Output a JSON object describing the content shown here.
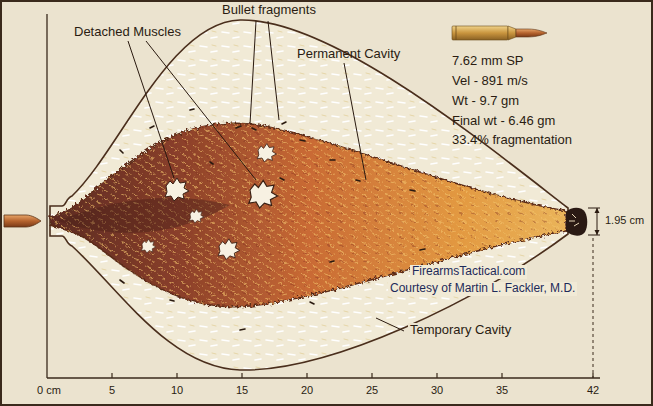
{
  "diagram": {
    "labels": [
      "Bullet fragments",
      "Detached Muscles",
      "Permanent Cavity",
      "7.62 mm SP",
      "Vel - 891 m/s",
      "Wt - 9.7 gm",
      "Final wt - 6.46 gm",
      "33.4% fragmentation",
      "1.95 cm",
      "FirearmsTactical.com",
      "Courtesy of Martin L. Fackler, M.D.",
      "Temporary Cavity",
      "0 cm",
      "5",
      "10",
      "15",
      "20",
      "25",
      "30",
      "35",
      "42"
    ]
  }
}
